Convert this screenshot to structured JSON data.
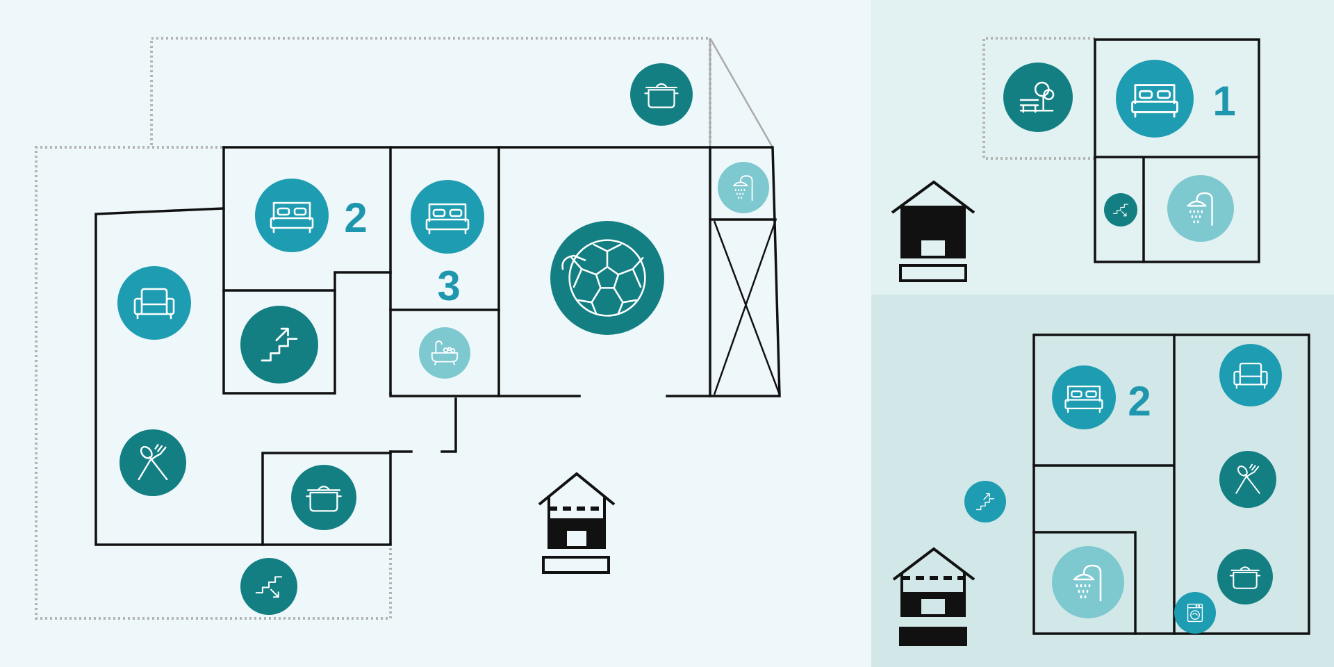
{
  "colors": {
    "background": "#eef7fa",
    "panel_top": "#e2f1f1",
    "panel_bottom": "#d2e8e8",
    "bright_teal": "#1e9db2",
    "dark_teal": "#137f83",
    "light_teal": "#7ec8d0",
    "number": "#1e96ad"
  },
  "room_numbers": {
    "ground_bedroom_2": "2",
    "ground_bedroom_3": "3",
    "top_bedroom_1": "1",
    "bottom_bedroom_2": "2"
  },
  "icons": {
    "main_plan": [
      "bed-icon",
      "bed-icon",
      "sofa-icon",
      "stairs-up-icon",
      "bathtub-icon",
      "shower-icon",
      "football-icon",
      "cooking-pot-icon",
      "cutlery-icon",
      "stairs-down-icon"
    ],
    "top_panel": [
      "garden-icon",
      "bed-icon",
      "stairs-down-icon",
      "shower-icon",
      "house-icon"
    ],
    "bottom_panel": [
      "bed-icon",
      "sofa-icon",
      "cutlery-icon",
      "cooking-pot-icon",
      "shower-icon",
      "washing-machine-icon",
      "stairs-up-icon",
      "house-icon"
    ]
  },
  "house_levels": {
    "main": "middle",
    "top_panel": "top",
    "bottom_panel": "bottom"
  }
}
